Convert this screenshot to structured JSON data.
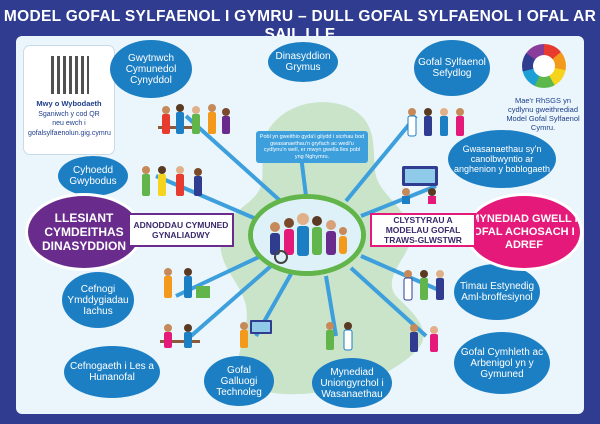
{
  "title": "MODEL GOFAL SYLFAENOL I GYMRU – DULL GOFAL SYLFAENOL I OFAL AR SAIL LLE",
  "qr": {
    "heading": "Mwy o Wybodaeth",
    "line1": "Sganiwch y cod QR",
    "line2": "neu ewch i",
    "url": "gofalsylfaenolun.gig.cymru"
  },
  "wheel_caption": "Mae'r RhSGS yn cydlynu gweithrediad Model Gofal Sylfaenol Cymru.",
  "tagline": "Pobl yn gweithio gyda'i gilydd i sicrhau bod gwasanaethau'n gryfach ac wedi'u cydlynu'n well, er mwyn gwella lles pobl yng Nghymru.",
  "left_goal": "LLESIANT CYMDEITHAS DINASYDDION",
  "right_goal": "MYNEDIAD GWELL I OFAL ACHOSACH I ADREF",
  "left_arrow": "ADNODDAU CYMUNED GYNALIADWY",
  "right_arrow": "CLYSTYRAU A MODELAU GOFAL TRAWS-GLWSTWR",
  "bubbles": {
    "gwytnwch": "Gwytnwch Cymunedol Cynyddol",
    "dinasyddion": "Dinasyddion Grymus",
    "sefydlog": "Gofal Sylfaenol Sefydlog",
    "cyhoedd": "Cyhoedd Gwybodus",
    "gwasanaethau": "Gwasanaethau sy'n canolbwyntio ar anghenion y boblogaeth",
    "cefnogi": "Cefnogi Ymddygiadau Iachus",
    "timau": "Timau Estynedig Aml-broffesiynol",
    "lles": "Cefnogaeth i Les a Hunanofal",
    "technoleg": "Gofal Galluogi Technoleg",
    "mynediad": "Mynediad Uniongyrchol i Wasanaethau",
    "cymhleth": "Gofal Cymhleth ac Arbenigol yn y Gymuned"
  },
  "colors": {
    "navy": "#2f3c8f",
    "blue": "#1d7fc3",
    "purple": "#6a2c8c",
    "pink": "#e4197a",
    "green": "#62b54a",
    "panel": "#eaf6fb"
  }
}
